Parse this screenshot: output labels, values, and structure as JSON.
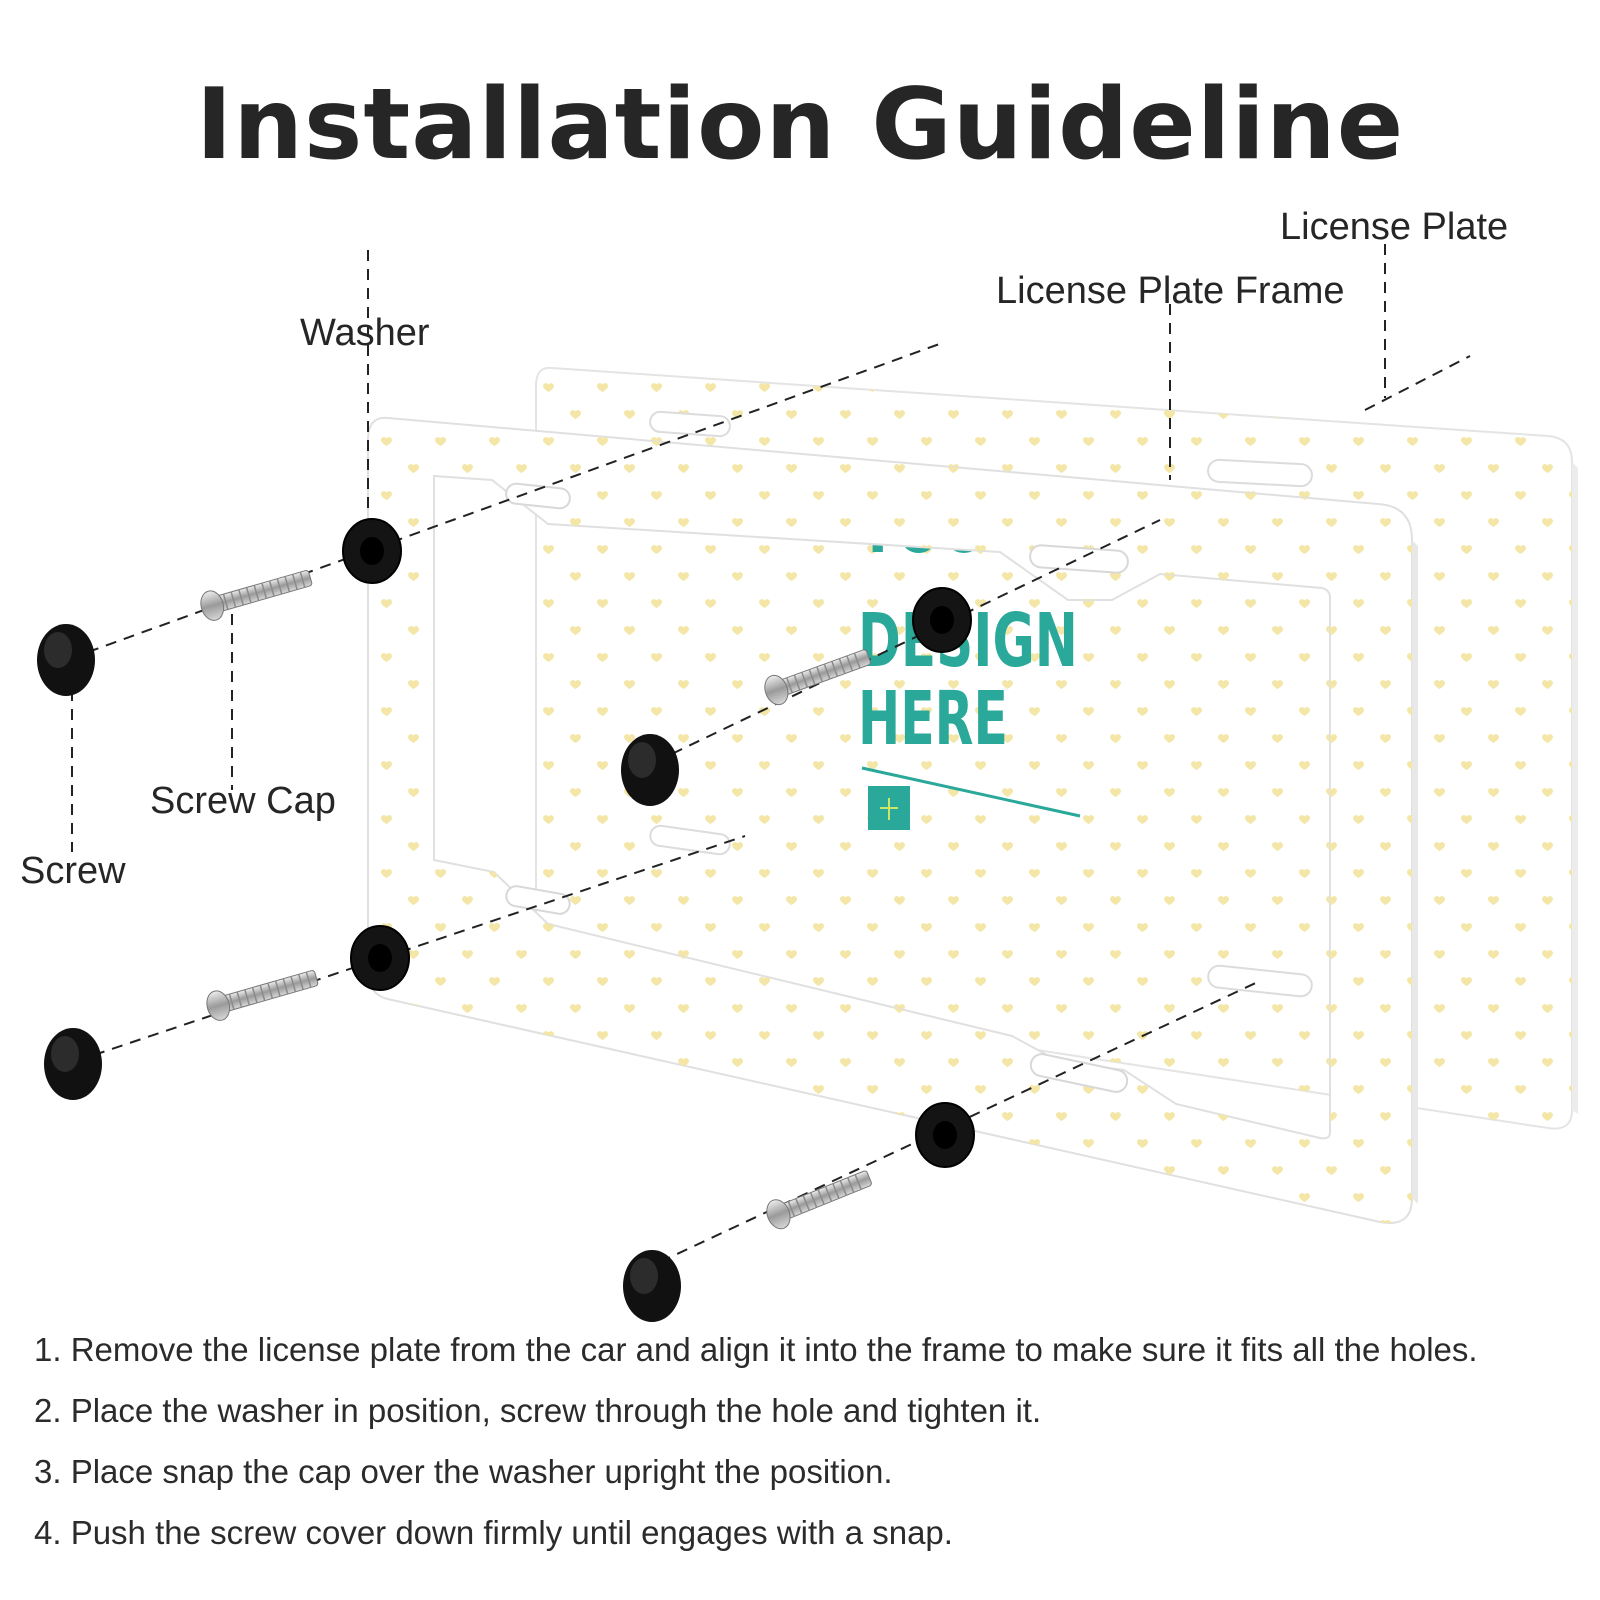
{
  "title": "Installation Guideline",
  "callouts": {
    "license_plate": "License Plate",
    "license_plate_frame": "License Plate Frame",
    "washer": "Washer",
    "screw_cap": "Screw Cap",
    "screw": "Screw"
  },
  "plate_design": {
    "line1": "YOUR",
    "line2": "DESIGN",
    "line3": "HERE"
  },
  "colors": {
    "heart": "#f3e6a6",
    "design_teal": "#2aa89a",
    "hardware_black": "#141414"
  },
  "steps": [
    "1. Remove the license plate from the car and align it into the frame to make sure it fits all the holes.",
    "2. Place the washer in position, screw through the hole and tighten it.",
    "3. Place snap the cap over the washer upright the position.",
    "4. Push the screw cover down firmly until engages with a snap."
  ]
}
